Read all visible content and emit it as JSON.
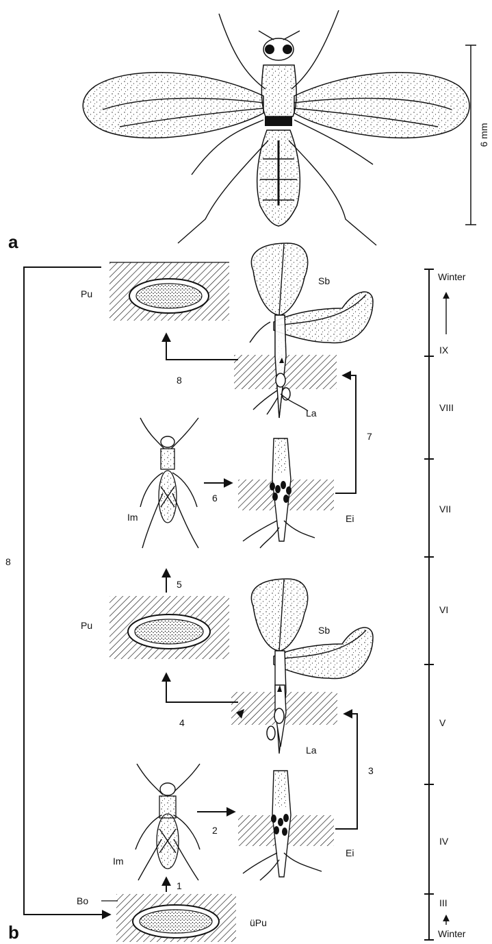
{
  "panel_labels": {
    "a": "a",
    "b": "b"
  },
  "scale_bar": {
    "label": "6 mm"
  },
  "stage_labels": {
    "pupa_top": "Pu",
    "pupa_mid": "Pu",
    "overwintering_pupa": "üPu",
    "imago_upper": "Im",
    "imago_lower": "Im",
    "egg_upper": "Ei",
    "egg_lower": "Ei",
    "larva_upper": "La",
    "larva_lower": "La",
    "plant_upper": "Sb",
    "plant_lower": "Sb",
    "soil": "Bo"
  },
  "arrow_numbers": {
    "n1": "1",
    "n2": "2",
    "n3": "3",
    "n4": "4",
    "n5": "5",
    "n6": "6",
    "n7": "7",
    "n8_top": "8",
    "n8_left": "8"
  },
  "timeline": {
    "winter_top": "Winter",
    "winter_bottom": "Winter",
    "months": [
      "IX",
      "VIII",
      "VII",
      "VI",
      "V",
      "IV",
      "III"
    ]
  },
  "colors": {
    "ink": "#111111",
    "paper": "#ffffff"
  }
}
